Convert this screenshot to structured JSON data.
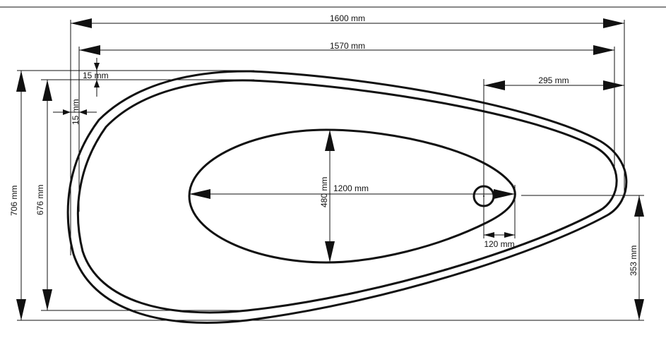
{
  "drawing": {
    "outline_color": "#111111",
    "background": "#ffffff"
  },
  "dimensions": {
    "overall_length": "1600 mm",
    "inner_length": "1570 mm",
    "rim_top": "15 mm",
    "rim_side": "15 mm",
    "drain_offset": "295 mm",
    "overall_width": "706 mm",
    "inner_width": "676 mm",
    "basin_length": "1200 mm",
    "basin_width": "480 mm",
    "drain_to_basin_edge": "120 mm",
    "half_width": "353 mm"
  }
}
